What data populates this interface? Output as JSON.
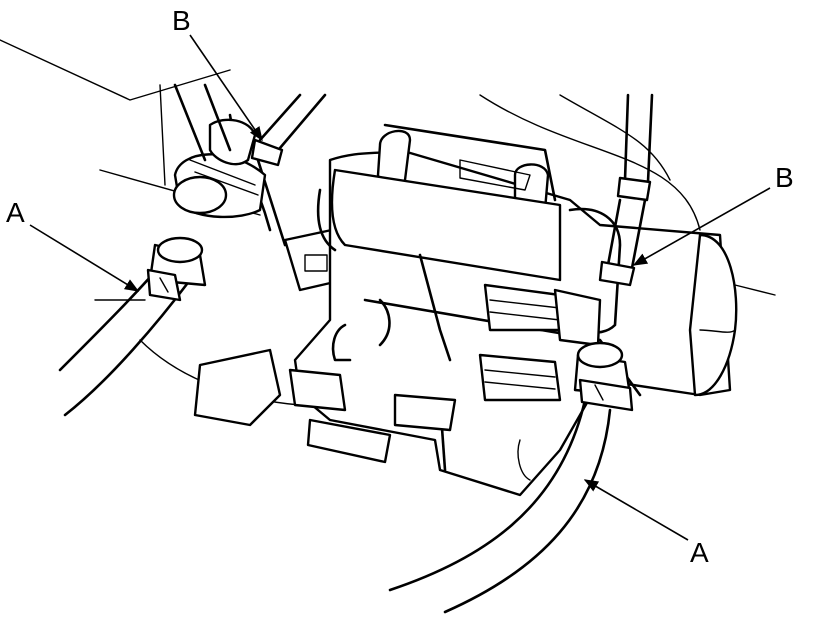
{
  "labels": {
    "a_left": "A",
    "a_right": "A",
    "b_top": "B",
    "b_right": "B"
  },
  "colors": {
    "ink": "#000000",
    "paper": "#ffffff"
  }
}
